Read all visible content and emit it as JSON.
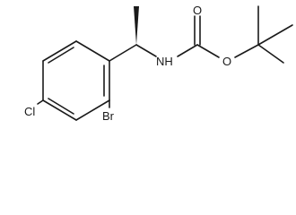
{
  "molecule": {
    "atoms": {
      "oxygen_carbonyl": "O",
      "oxygen_ester": "O",
      "nitrogen": "NH",
      "chlorine": "Cl",
      "bromine": "Br"
    }
  }
}
